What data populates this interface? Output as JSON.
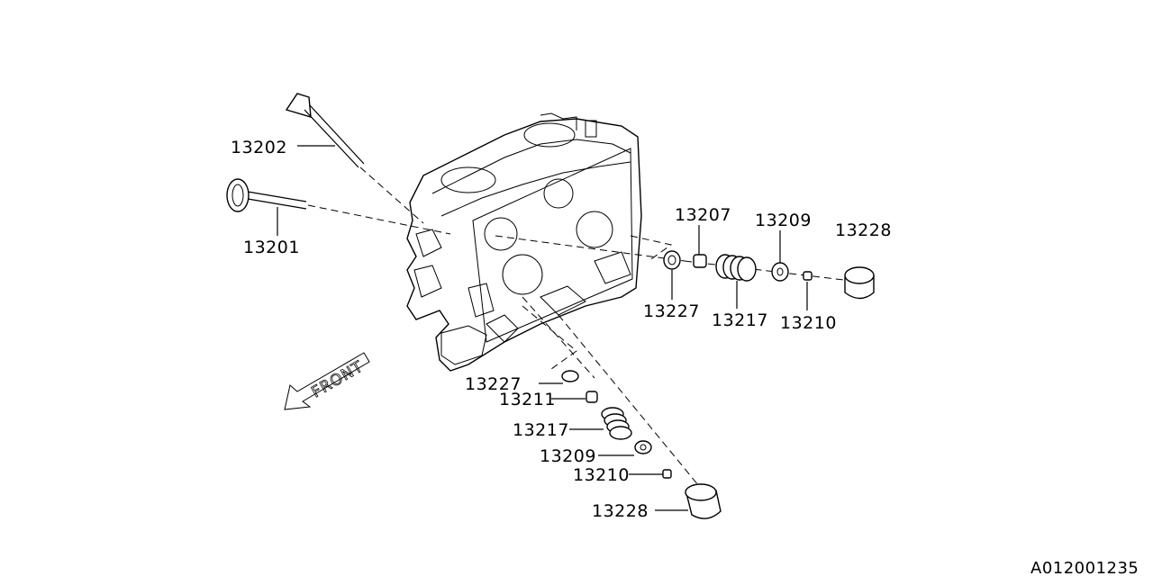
{
  "diagram": {
    "reference_code": "A012001235",
    "front_label": "FRONT",
    "callouts": [
      {
        "id": "c13202",
        "text": "13202"
      },
      {
        "id": "c13201",
        "text": "13201"
      },
      {
        "id": "c13207",
        "text": "13207"
      },
      {
        "id": "c13209a",
        "text": "13209"
      },
      {
        "id": "c13228a",
        "text": "13228"
      },
      {
        "id": "c13227a",
        "text": "13227"
      },
      {
        "id": "c13217a",
        "text": "13217"
      },
      {
        "id": "c13210a",
        "text": "13210"
      },
      {
        "id": "c13227b",
        "text": "13227"
      },
      {
        "id": "c13211",
        "text": "13211"
      },
      {
        "id": "c13217b",
        "text": "13217"
      },
      {
        "id": "c13209b",
        "text": "13209"
      },
      {
        "id": "c13210b",
        "text": "13210"
      },
      {
        "id": "c13228b",
        "text": "13228"
      }
    ]
  }
}
